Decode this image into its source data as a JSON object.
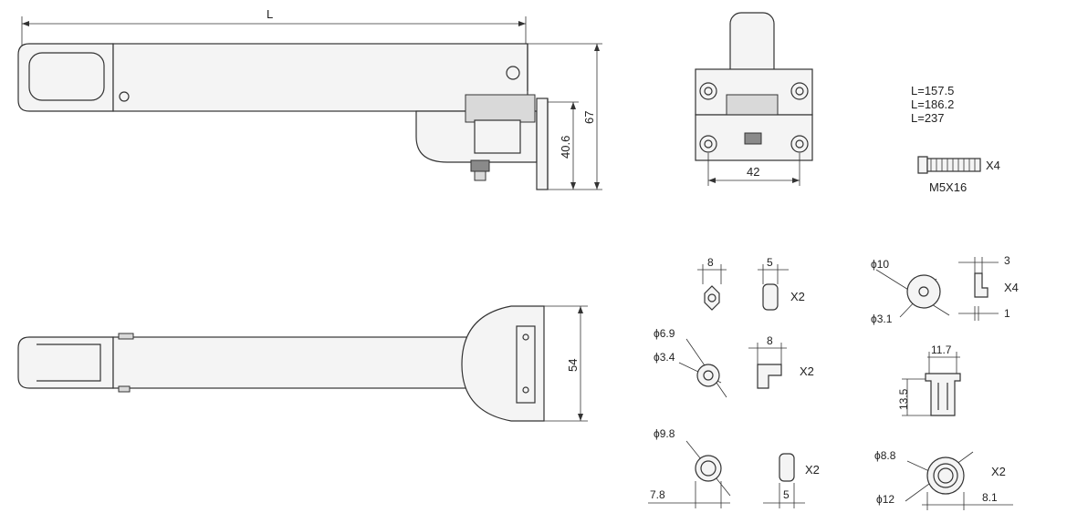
{
  "side_view": {
    "length_label": "L",
    "height_67": "67",
    "height_40_6": "40.6"
  },
  "top_view": {
    "width_54": "54"
  },
  "end_view": {
    "spacing_42": "42"
  },
  "lengths": {
    "l1": "L=157.5",
    "l2": "L=186.2",
    "l3": "L=237"
  },
  "screw": {
    "qty": "X4",
    "spec": "M5X16"
  },
  "nut": {
    "width": "8",
    "thickness": "5",
    "qty": "X2"
  },
  "washer": {
    "outer_dia": "ϕ6.9",
    "inner_dia": "ϕ3.4"
  },
  "pin": {
    "width": "8",
    "qty": "X2"
  },
  "disc": {
    "outer_dia": "ϕ10",
    "inner_dia": "ϕ3.1",
    "thickness": "3",
    "step": "1",
    "qty": "X4"
  },
  "clip": {
    "width": "11.7",
    "height": "13.5"
  },
  "bushing": {
    "outer_dia": "ϕ9.8",
    "length": "7.8"
  },
  "pad": {
    "width": "5",
    "qty": "X2"
  },
  "sleeve": {
    "inner_dia": "ϕ8.8",
    "outer_dia": "ϕ12",
    "length": "8.1",
    "qty": "X2"
  }
}
